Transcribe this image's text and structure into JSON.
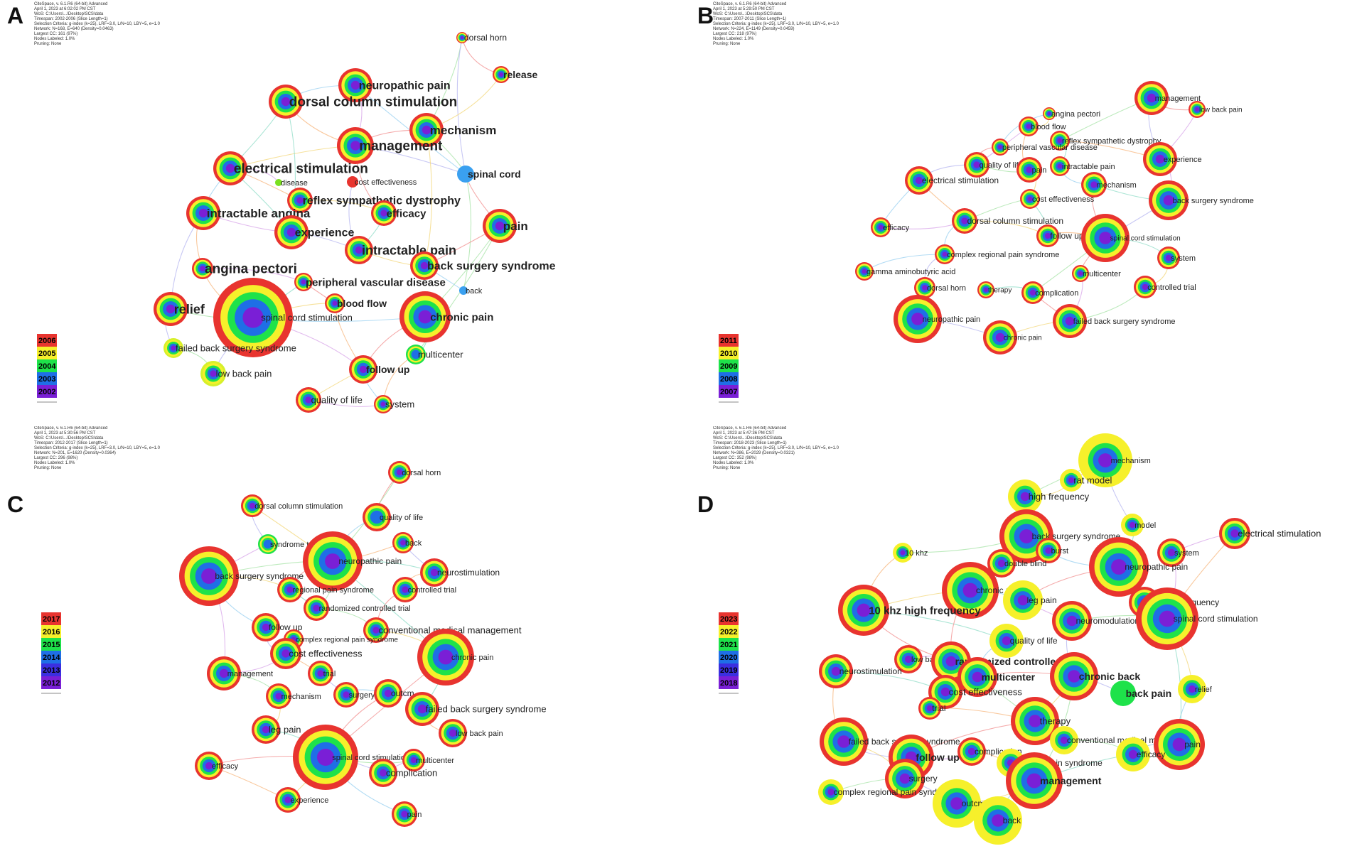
{
  "panels": [
    {
      "letter": "A",
      "meta": "CiteSpace, v. 6.1.R6 (64-bit) Advanced\nApril 1, 2023 at 6:02:02 PM CST\nWoS: C:\\Users\\...\\Desktop\\SCS\\data\nTimespan: 2002-2006 (Slice Length=1)\nSelection Criteria: g-index (k=25), LRF=3.0, L/N=10, LBY=5, e=1.0\nNetwork: N=168, E=640 (Density=0.0463)\nLargest CC: 161 (97%)\nNodes Labeled: 1.0%\nPruning: None",
      "legend": [
        "2006",
        "2005",
        "2004",
        "2003",
        "2002"
      ],
      "palette": [
        "#e8342f",
        "#f6f02b",
        "#1ee24a",
        "#1f6fe6",
        "#7a1fd6"
      ],
      "nodes": [
        {
          "label": "dorsal horn",
          "center": "#7a1fd6",
          "outer": "#e8342f"
        },
        {
          "label": "release",
          "center": "#7a1fd6",
          "outer": "#e8342f"
        },
        {
          "label": "neuropathic pain",
          "center": "#7a1fd6",
          "outer": "#e8342f"
        },
        {
          "label": "dorsal column stimulation",
          "center": "#7a1fd6",
          "outer": "#e8342f"
        },
        {
          "label": "mechanism",
          "center": "#7a1fd6",
          "outer": "#e8342f"
        },
        {
          "label": "management",
          "center": "#7a1fd6",
          "outer": "#e8342f"
        },
        {
          "label": "electrical stimulation",
          "center": "#7a1fd6",
          "outer": "#e8342f"
        },
        {
          "label": "spinal cord",
          "center": "#3aa0f0",
          "outer": "#3aa0f0"
        },
        {
          "label": "disease",
          "center": "#7be01f",
          "outer": "#7be01f"
        },
        {
          "label": "cost effectiveness",
          "center": "#e8342f",
          "outer": "#e8342f"
        },
        {
          "label": "reflex sympathetic dystrophy",
          "center": "#7a1fd6",
          "outer": "#e8342f"
        },
        {
          "label": "intractable angina",
          "center": "#7a1fd6",
          "outer": "#e8342f"
        },
        {
          "label": "efficacy",
          "center": "#7a1fd6",
          "outer": "#e8342f"
        },
        {
          "label": "pain",
          "center": "#7a1fd6",
          "outer": "#e8342f"
        },
        {
          "label": "experience",
          "center": "#7a1fd6",
          "outer": "#e8342f"
        },
        {
          "label": "intractable pain",
          "center": "#7a1fd6",
          "outer": "#e8342f"
        },
        {
          "label": "back surgery syndrome",
          "center": "#7a1fd6",
          "outer": "#e8342f"
        },
        {
          "label": "angina pectori",
          "center": "#7a1fd6",
          "outer": "#e8342f"
        },
        {
          "label": "peripheral vascular disease",
          "center": "#7a1fd6",
          "outer": "#e8342f"
        },
        {
          "label": "back",
          "center": "#3aa0f0",
          "outer": "#3aa0f0"
        },
        {
          "label": "relief",
          "center": "#7a1fd6",
          "outer": "#e8342f"
        },
        {
          "label": "spinal cord stimulation",
          "center": "#7a1fd6",
          "outer": "#e8342f"
        },
        {
          "label": "blood flow",
          "center": "#7a1fd6",
          "outer": "#e8342f"
        },
        {
          "label": "chronic pain",
          "center": "#7a1fd6",
          "outer": "#e8342f"
        },
        {
          "label": "failed back surgery syndrome",
          "center": "#7a1fd6",
          "outer": "#d6f02b"
        },
        {
          "label": "multicenter",
          "center": "#1f6fe6",
          "outer": "#1ee24a"
        },
        {
          "label": "low back pain",
          "center": "#7a1fd6",
          "outer": "#d6f02b"
        },
        {
          "label": "follow up",
          "center": "#7a1fd6",
          "outer": "#e8342f"
        },
        {
          "label": "quality of life",
          "center": "#7a1fd6",
          "outer": "#e8342f"
        },
        {
          "label": "system",
          "center": "#7a1fd6",
          "outer": "#e8342f"
        }
      ]
    },
    {
      "letter": "B",
      "meta": "CiteSpace, v. 6.1.R6 (64-bit) Advanced\nApril 1, 2023 at 5:29:50 PM CST\nWoS: C:\\Users\\...\\Desktop\\SCS\\data\nTimespan: 2007-2011 (Slice Length=1)\nSelection Criteria: g-index (k=25), LRF=3.0, L/N=10, LBY=5, e=1.0\nNetwork: N=224, E=1149 (Density=0.0459)\nLargest CC: 218 (97%)\nNodes Labeled: 1.0%\nPruning: None",
      "legend": [
        "2011",
        "2010",
        "2009",
        "2008",
        "2007"
      ],
      "palette": [
        "#e8342f",
        "#f6f02b",
        "#1ee24a",
        "#1f6fe6",
        "#7a1fd6"
      ],
      "nodes": [
        {
          "label": "management",
          "center": "#7a1fd6",
          "outer": "#e8342f"
        },
        {
          "label": "angina pectori",
          "center": "#7a1fd6",
          "outer": "#e8342f"
        },
        {
          "label": "low back pain",
          "center": "#7a1fd6",
          "outer": "#e8342f"
        },
        {
          "label": "blood flow",
          "center": "#7a1fd6",
          "outer": "#e8342f"
        },
        {
          "label": "reflex sympathetic dystrophy",
          "center": "#7a1fd6",
          "outer": "#e8342f"
        },
        {
          "label": "peripheral vascular disease",
          "center": "#7a1fd6",
          "outer": "#e8342f"
        },
        {
          "label": "quality of life",
          "center": "#7a1fd6",
          "outer": "#e8342f"
        },
        {
          "label": "pain",
          "center": "#7a1fd6",
          "outer": "#e8342f"
        },
        {
          "label": "intractable pain",
          "center": "#7a1fd6",
          "outer": "#e8342f"
        },
        {
          "label": "experience",
          "center": "#7a1fd6",
          "outer": "#e8342f"
        },
        {
          "label": "electrical stimulation",
          "center": "#7a1fd6",
          "outer": "#e8342f"
        },
        {
          "label": "mechanism",
          "center": "#7a1fd6",
          "outer": "#e8342f"
        },
        {
          "label": "cost effectiveness",
          "center": "#7a1fd6",
          "outer": "#e8342f"
        },
        {
          "label": "back surgery syndrome",
          "center": "#7a1fd6",
          "outer": "#e8342f"
        },
        {
          "label": "dorsal column stimulation",
          "center": "#7a1fd6",
          "outer": "#e8342f"
        },
        {
          "label": "efficacy",
          "center": "#7a1fd6",
          "outer": "#e8342f"
        },
        {
          "label": "follow up",
          "center": "#7a1fd6",
          "outer": "#e8342f"
        },
        {
          "label": "spinal cord stimulation",
          "center": "#7a1fd6",
          "outer": "#e8342f"
        },
        {
          "label": "complex regional pain syndrome",
          "center": "#7a1fd6",
          "outer": "#e8342f"
        },
        {
          "label": "system",
          "center": "#7a1fd6",
          "outer": "#e8342f"
        },
        {
          "label": "gamma aminobutyric acid",
          "center": "#7a1fd6",
          "outer": "#e8342f"
        },
        {
          "label": "multicenter",
          "center": "#7a1fd6",
          "outer": "#e8342f"
        },
        {
          "label": "dorsal horn",
          "center": "#7a1fd6",
          "outer": "#e8342f"
        },
        {
          "label": "therapy",
          "center": "#7a1fd6",
          "outer": "#e8342f"
        },
        {
          "label": "complication",
          "center": "#7a1fd6",
          "outer": "#e8342f"
        },
        {
          "label": "controlled trial",
          "center": "#7a1fd6",
          "outer": "#e8342f"
        },
        {
          "label": "neuropathic pain",
          "center": "#7a1fd6",
          "outer": "#e8342f"
        },
        {
          "label": "failed back surgery syndrome",
          "center": "#7a1fd6",
          "outer": "#e8342f"
        },
        {
          "label": "chronic pain",
          "center": "#7a1fd6",
          "outer": "#e8342f"
        }
      ]
    },
    {
      "letter": "C",
      "meta": "CiteSpace, v. 6.1.R6 (64-bit) Advanced\nApril 1, 2023 at 5:30:56 PM CST\nWoS: C:\\Users\\...\\Desktop\\SCS\\data\nTimespan: 2012-2017 (Slice Length=1)\nSelection Criteria: g-index (k=25), LRF=3.0, L/N=10, LBY=5, e=1.0\nNetwork: N=201, E=1620 (Density=0.0364)\nLargest CC: 296 (98%)\nNodes Labeled: 1.0%\nPruning: None",
      "legend": [
        "2017",
        "2016",
        "2015",
        "2014",
        "2013",
        "2012"
      ],
      "palette": [
        "#e8342f",
        "#f6f02b",
        "#1ee24a",
        "#1f6fe6",
        "#7a1fd6"
      ],
      "nodes": [
        {
          "label": "dorsal horn",
          "center": "#7a1fd6",
          "outer": "#e8342f"
        },
        {
          "label": "dorsal column stimulation",
          "center": "#7a1fd6",
          "outer": "#e8342f"
        },
        {
          "label": "quality of life",
          "center": "#1f6fe6",
          "outer": "#e8342f"
        },
        {
          "label": "syndrome type i",
          "center": "#1f6fe6",
          "outer": "#1ee24a"
        },
        {
          "label": "neuropathic pain",
          "center": "#7a1fd6",
          "outer": "#e8342f"
        },
        {
          "label": "back",
          "center": "#7a1fd6",
          "outer": "#e8342f"
        },
        {
          "label": "back surgery syndrome",
          "center": "#7a1fd6",
          "outer": "#e8342f"
        },
        {
          "label": "neurostimulation",
          "center": "#7a1fd6",
          "outer": "#e8342f"
        },
        {
          "label": "regional pain syndrome",
          "center": "#7a1fd6",
          "outer": "#e8342f"
        },
        {
          "label": "controlled trial",
          "center": "#7a1fd6",
          "outer": "#e8342f"
        },
        {
          "label": "randomized controlled trial",
          "center": "#7a1fd6",
          "outer": "#e8342f"
        },
        {
          "label": "follow up",
          "center": "#7a1fd6",
          "outer": "#e8342f"
        },
        {
          "label": "conventional medical management",
          "center": "#7a1fd6",
          "outer": "#e8342f"
        },
        {
          "label": "complex regional pain syndrome",
          "center": "#7a1fd6",
          "outer": "#e8342f"
        },
        {
          "label": "cost effectiveness",
          "center": "#7a1fd6",
          "outer": "#e8342f"
        },
        {
          "label": "chronic pain",
          "center": "#7a1fd6",
          "outer": "#e8342f"
        },
        {
          "label": "management",
          "center": "#7a1fd6",
          "outer": "#e8342f"
        },
        {
          "label": "trial",
          "center": "#7a1fd6",
          "outer": "#e8342f"
        },
        {
          "label": "mechanism",
          "center": "#7a1fd6",
          "outer": "#e8342f"
        },
        {
          "label": "surgery",
          "center": "#7a1fd6",
          "outer": "#e8342f"
        },
        {
          "label": "outcm",
          "center": "#7a1fd6",
          "outer": "#e8342f"
        },
        {
          "label": "failed back surgery syndrome",
          "center": "#7a1fd6",
          "outer": "#e8342f"
        },
        {
          "label": "leg pain",
          "center": "#7a1fd6",
          "outer": "#e8342f"
        },
        {
          "label": "low back pain",
          "center": "#7a1fd6",
          "outer": "#e8342f"
        },
        {
          "label": "spinal cord stimulation",
          "center": "#7a1fd6",
          "outer": "#e8342f"
        },
        {
          "label": "efficacy",
          "center": "#7a1fd6",
          "outer": "#e8342f"
        },
        {
          "label": "multicenter",
          "center": "#7a1fd6",
          "outer": "#e8342f"
        },
        {
          "label": "complication",
          "center": "#7a1fd6",
          "outer": "#e8342f"
        },
        {
          "label": "experience",
          "center": "#7a1fd6",
          "outer": "#e8342f"
        },
        {
          "label": "pain",
          "center": "#7a1fd6",
          "outer": "#e8342f"
        }
      ]
    },
    {
      "letter": "D",
      "meta": "CiteSpace, v. 6.1.R6 (64-bit) Advanced\nApril 1, 2023 at 5:47:36 PM CST\nWoS: C:\\Users\\...\\Desktop\\SCS\\data\nTimespan: 2018-2023 (Slice Length=1)\nSelection Criteria: g-index (k=25), LRF=3.0, L/N=10, LBY=5, e=1.0\nNetwork: N=386, E=2029 (Density=0.0321)\nLargest CC: 352 (98%)\nNodes Labeled: 1.0%\nPruning: None",
      "legend": [
        "2023",
        "2022",
        "2021",
        "2020",
        "2019",
        "2018"
      ],
      "palette": [
        "#e8342f",
        "#f6f02b",
        "#1ee24a",
        "#1f6fe6",
        "#7a1fd6"
      ],
      "nodes": [
        {
          "label": "mechanism",
          "center": "#7a1fd6",
          "outer": "#f6f02b"
        },
        {
          "label": "rat model",
          "center": "#7a1fd6",
          "outer": "#f6f02b"
        },
        {
          "label": "high frequency",
          "center": "#7a1fd6",
          "outer": "#f6f02b"
        },
        {
          "label": "electrical stimulation",
          "center": "#7a1fd6",
          "outer": "#e8342f"
        },
        {
          "label": "model",
          "center": "#7a1fd6",
          "outer": "#f6f02b"
        },
        {
          "label": "back surgery syndrome",
          "center": "#7a1fd6",
          "outer": "#e8342f"
        },
        {
          "label": "burst",
          "center": "#7a1fd6",
          "outer": "#e8342f"
        },
        {
          "label": "system",
          "center": "#7a1fd6",
          "outer": "#e8342f"
        },
        {
          "label": "10 khz",
          "center": "#7a1fd6",
          "outer": "#f6f02b"
        },
        {
          "label": "double blind",
          "center": "#7a1fd6",
          "outer": "#e8342f"
        },
        {
          "label": "neuropathic pain",
          "center": "#7a1fd6",
          "outer": "#e8342f"
        },
        {
          "label": "chronic pain",
          "center": "#7a1fd6",
          "outer": "#e8342f"
        },
        {
          "label": "leg pain",
          "center": "#7a1fd6",
          "outer": "#f6f02b"
        },
        {
          "label": "kilohertz frequency",
          "center": "#7a1fd6",
          "outer": "#e8342f"
        },
        {
          "label": "10 khz high frequency",
          "center": "#7a1fd6",
          "outer": "#e8342f"
        },
        {
          "label": "neuromodulation",
          "center": "#7a1fd6",
          "outer": "#e8342f"
        },
        {
          "label": "spinal cord stimulation",
          "center": "#7a1fd6",
          "outer": "#e8342f"
        },
        {
          "label": "quality of life",
          "center": "#7a1fd6",
          "outer": "#f6f02b"
        },
        {
          "label": "low back pain",
          "center": "#7a1fd6",
          "outer": "#e8342f"
        },
        {
          "label": "randomized controlled trial",
          "center": "#7a1fd6",
          "outer": "#e8342f"
        },
        {
          "label": "neurostimulation",
          "center": "#7a1fd6",
          "outer": "#e8342f"
        },
        {
          "label": "multicenter",
          "center": "#7a1fd6",
          "outer": "#e8342f"
        },
        {
          "label": "chronic back",
          "center": "#7a1fd6",
          "outer": "#e8342f"
        },
        {
          "label": "relief",
          "center": "#7a1fd6",
          "outer": "#f6f02b"
        },
        {
          "label": "cost effectiveness",
          "center": "#7a1fd6",
          "outer": "#e8342f"
        },
        {
          "label": "back pain",
          "center": "#1ee24a",
          "outer": "#1ee24a"
        },
        {
          "label": "trial",
          "center": "#7a1fd6",
          "outer": "#e8342f"
        },
        {
          "label": "therapy",
          "center": "#7a1fd6",
          "outer": "#e8342f"
        },
        {
          "label": "conventional medical management",
          "center": "#7a1fd6",
          "outer": "#f6f02b"
        },
        {
          "label": "failed back surgery syndrome",
          "center": "#7a1fd6",
          "outer": "#e8342f"
        },
        {
          "label": "pain",
          "center": "#7a1fd6",
          "outer": "#e8342f"
        },
        {
          "label": "follow up",
          "center": "#7a1fd6",
          "outer": "#e8342f"
        },
        {
          "label": "complication",
          "center": "#7a1fd6",
          "outer": "#e8342f"
        },
        {
          "label": "efficacy",
          "center": "#7a1fd6",
          "outer": "#f6f02b"
        },
        {
          "label": "regional pain syndrome",
          "center": "#7a1fd6",
          "outer": "#f6f02b"
        },
        {
          "label": "surgery",
          "center": "#7a1fd6",
          "outer": "#e8342f"
        },
        {
          "label": "management",
          "center": "#7a1fd6",
          "outer": "#e8342f"
        },
        {
          "label": "complex regional pain syndrome",
          "center": "#7a1fd6",
          "outer": "#f6f02b"
        },
        {
          "label": "outcm",
          "center": "#7a1fd6",
          "outer": "#f6f02b"
        },
        {
          "label": "back",
          "center": "#7a1fd6",
          "outer": "#f6f02b"
        }
      ]
    }
  ]
}
